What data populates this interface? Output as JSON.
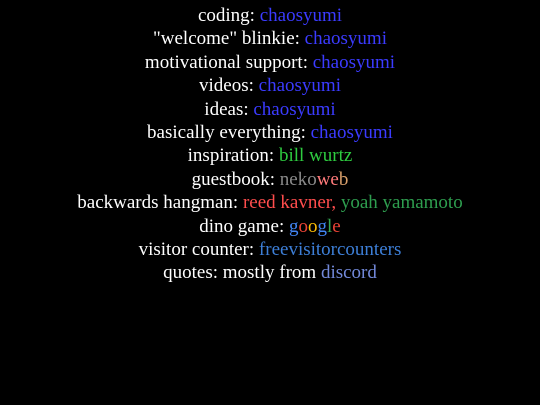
{
  "colors": {
    "background": "#000000",
    "text": "#ffffff",
    "chaosyumi": "#3b3bff",
    "bill_wurtz": "#2ecc40",
    "nekoweb_neko": "#8a8a8a",
    "nekoweb_we": "#ff7a7a",
    "nekoweb_b": "#d9a06b",
    "reed_kavner": "#ff4d4d",
    "yoah_yamamoto": "#2e9e4f",
    "google_g": "#4285f4",
    "google_o1": "#ea4335",
    "google_o2": "#fbbc05",
    "google_l": "#34a853",
    "google_e": "#ea4335",
    "freevisitorcounters": "#3d7fd8",
    "discord": "#7289da"
  },
  "credits": {
    "coding": {
      "label": "coding: ",
      "link": "chaosyumi"
    },
    "welcome_blinkie": {
      "label": "\"welcome\" blinkie: ",
      "link": "chaosyumi"
    },
    "motivational_support": {
      "label": "motivational support: ",
      "link": "chaosyumi"
    },
    "videos": {
      "label": "videos: ",
      "link": "chaosyumi"
    },
    "ideas": {
      "label": "ideas: ",
      "link": "chaosyumi"
    },
    "basically_everything": {
      "label": "basically everything: ",
      "link": "chaosyumi"
    },
    "inspiration": {
      "label": "inspiration: ",
      "link": "bill wurtz"
    },
    "guestbook": {
      "label": "guestbook: ",
      "link_parts": [
        "neko",
        "we",
        "b"
      ]
    },
    "backwards_hangman": {
      "label": "backwards hangman: ",
      "link1": "reed kavner",
      "separator": ", ",
      "link2": "yoah yamamoto"
    },
    "dino_game": {
      "label": "dino game: ",
      "link_parts": [
        "g",
        "o",
        "o",
        "g",
        "l",
        "e"
      ]
    },
    "visitor_counter": {
      "label": "visitor counter: ",
      "link": "freevisitorcounters"
    },
    "quotes": {
      "label": "quotes: mostly from ",
      "link": "discord"
    }
  }
}
